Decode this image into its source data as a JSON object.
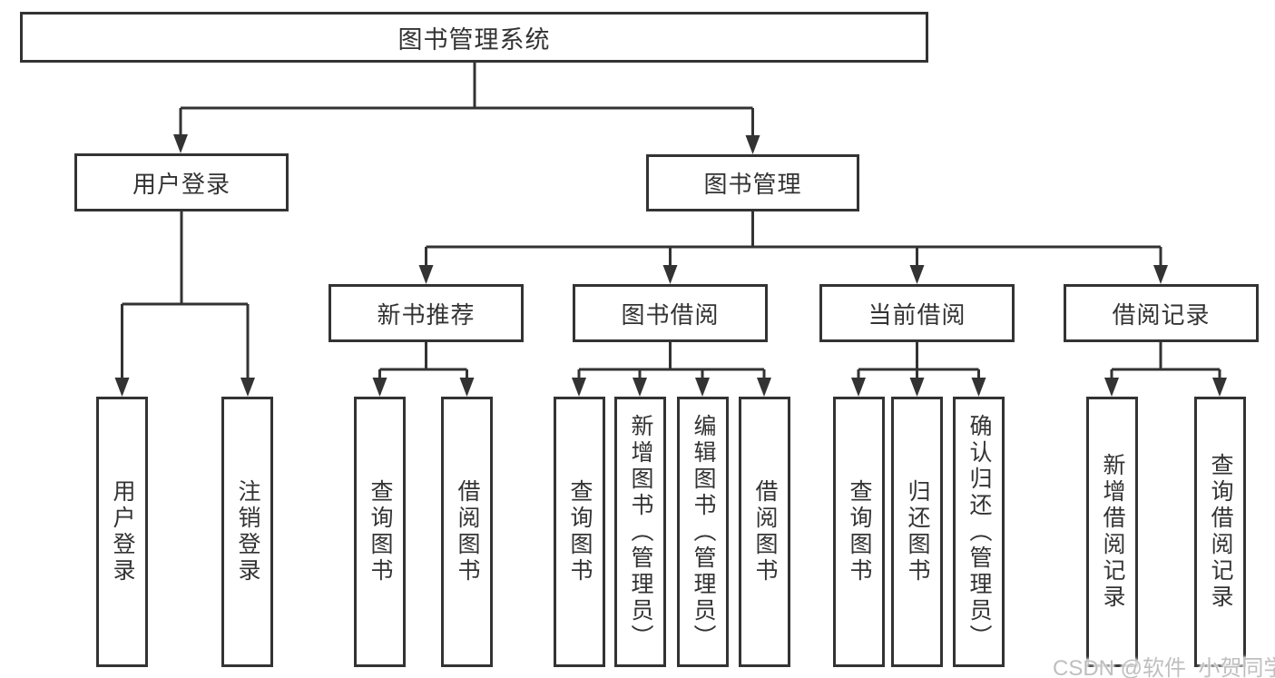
{
  "diagram": {
    "root": {
      "label": "图书管理系统"
    },
    "branches": [
      {
        "label": "用户登录",
        "children": [
          {
            "label": "用户登录"
          },
          {
            "label": "注销登录"
          }
        ]
      },
      {
        "label": "图书管理",
        "children": [
          {
            "label": "新书推荐",
            "children": [
              {
                "label": "查询图书"
              },
              {
                "label": "借阅图书"
              }
            ]
          },
          {
            "label": "图书借阅",
            "children": [
              {
                "label": "查询图书"
              },
              {
                "label": "新增图书（管理员）"
              },
              {
                "label": "编辑图书（管理员）"
              },
              {
                "label": "借阅图书"
              }
            ]
          },
          {
            "label": "当前借阅",
            "children": [
              {
                "label": "查询图书"
              },
              {
                "label": "归还图书"
              },
              {
                "label": "确认归还（管理员）"
              }
            ]
          },
          {
            "label": "借阅记录",
            "children": [
              {
                "label": "新增借阅记录"
              },
              {
                "label": "查询借阅记录"
              }
            ]
          }
        ]
      }
    ]
  },
  "watermark": {
    "text": "CSDN @软件_小贺同学"
  },
  "colors": {
    "line": "#333333",
    "text": "#333333",
    "box_bg": "#ffffff",
    "watermark": "#bfbfbf"
  }
}
